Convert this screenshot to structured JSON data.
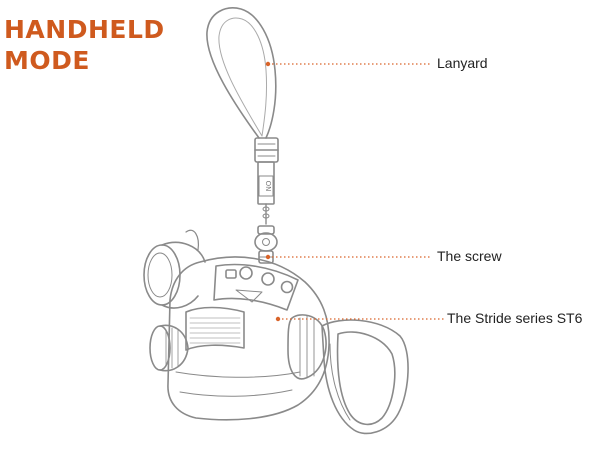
{
  "title": {
    "line1": "HANDHELD",
    "line2": "MODE"
  },
  "callouts": {
    "lanyard": "Lanyard",
    "screw": "The screw",
    "device": "The Stride series ST6"
  },
  "strap_tag_text": "ON",
  "colors": {
    "accent": "#cf5a1e",
    "leader_dot": "#d9642a",
    "line_art": "#8a8a8a"
  }
}
